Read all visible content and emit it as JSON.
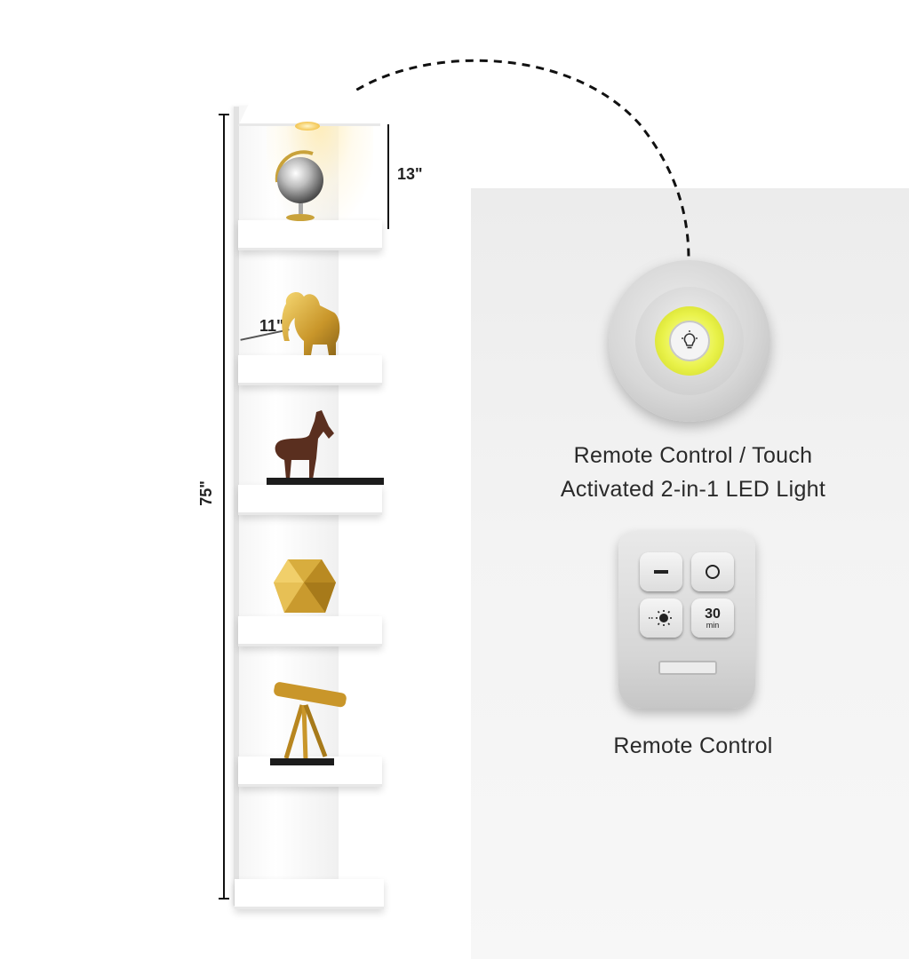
{
  "dimensions": {
    "height_label": "75\"",
    "shelf_gap_label": "13\"",
    "depth_label": "11\""
  },
  "captions": {
    "led_line1": "Remote Control / Touch",
    "led_line2": "Activated 2-in-1 LED Light",
    "remote": "Remote Control"
  },
  "remote_buttons": {
    "timer_value": "30",
    "timer_unit": "min"
  },
  "colors": {
    "led_yellow": "#e9f24a",
    "shelf_white": "#ffffff",
    "gold": "#c9a23a",
    "horse_brown": "#5a2f1f"
  },
  "icons": [
    "bulb-icon",
    "minus-icon",
    "power-circle-icon",
    "brightness-sun-icon"
  ]
}
